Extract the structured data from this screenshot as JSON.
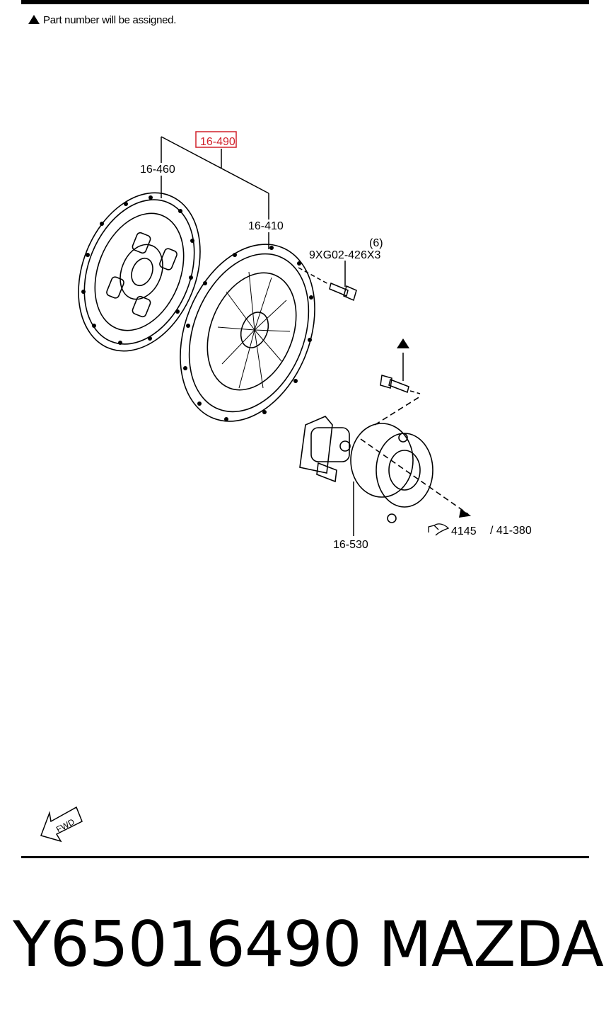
{
  "note": {
    "text": "Part number will be assigned."
  },
  "callouts": {
    "highlight": "16-490",
    "disc": "16-460",
    "cover": "16-410",
    "bolt_qty": "(6)",
    "bolt": "9XG02-426X3",
    "release": "16-530",
    "ref_big": "4145",
    "ref_small": "/ 41-380"
  },
  "fwd_label": "FWD",
  "footer": {
    "part_code": "Y65016490",
    "brand": "MAZDA"
  },
  "colors": {
    "highlight": "#d0202a",
    "ink": "#000000"
  },
  "icons": [
    "warning-triangle-icon",
    "fwd-arrow-icon",
    "reference-book-icon"
  ]
}
